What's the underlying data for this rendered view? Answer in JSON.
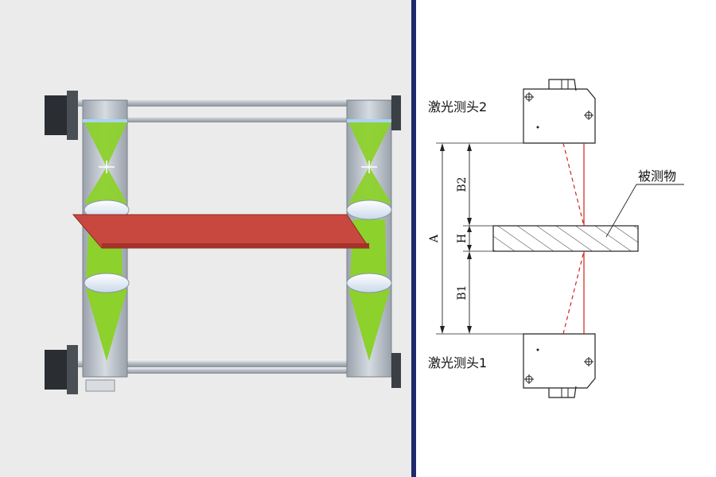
{
  "labels": {
    "sensor_top": "激光测头2",
    "sensor_bottom": "激光测头1",
    "object": "被测物",
    "dim_a": "A",
    "dim_b1": "B1",
    "dim_b2": "B2",
    "dim_h": "H"
  },
  "colors": {
    "left_background": "#ebebeb",
    "divider": "#1f2a6e",
    "laser_beam": "#8cd12c",
    "sample_plate": "#c8483f",
    "laser_line": "#d0241c",
    "frame_metal": "#c6ccd4"
  }
}
